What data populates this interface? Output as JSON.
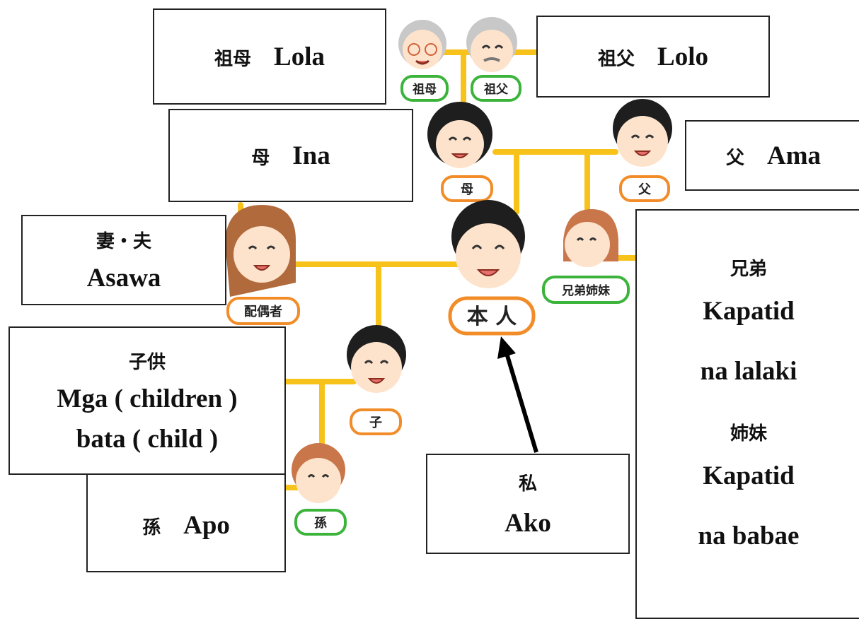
{
  "colors": {
    "line": "#f7c21a",
    "skin": "#fde3cc",
    "badge_orange": "#f28c28",
    "badge_green": "#3cb43c",
    "hair_dark": "#1e1e1e",
    "hair_gray": "#c8c8c8",
    "hair_brown": "#b06a3b"
  },
  "tree_badges": {
    "grandma": "祖母",
    "grandpa": "祖父",
    "mother": "母",
    "father": "父",
    "self": "本 人",
    "siblings": "兄弟姉妹",
    "spouse": "配偶者",
    "child": "子",
    "grandchild": "孫"
  },
  "labels": {
    "grandmother": {
      "jp": "祖母",
      "en": "Lola"
    },
    "grandfather": {
      "jp": "祖父",
      "en": "Lolo"
    },
    "mother": {
      "jp": "母",
      "en": "Ina"
    },
    "father": {
      "jp": "父",
      "en": "Ama"
    },
    "spouse": {
      "jp": "妻・夫",
      "en": "Asawa"
    },
    "children": {
      "jp": "子供",
      "line1": "Mga ( children )",
      "line2": "bata ( child )"
    },
    "grandchild": {
      "jp": "孫",
      "en": "Apo"
    },
    "self": {
      "jp": "私",
      "en": "Ako"
    },
    "siblings": {
      "brother_jp": "兄弟",
      "brother_en1": "Kapatid",
      "brother_en2": "na lalaki",
      "sister_jp": "姉妹",
      "sister_en1": "Kapatid",
      "sister_en2": "na babae"
    }
  }
}
